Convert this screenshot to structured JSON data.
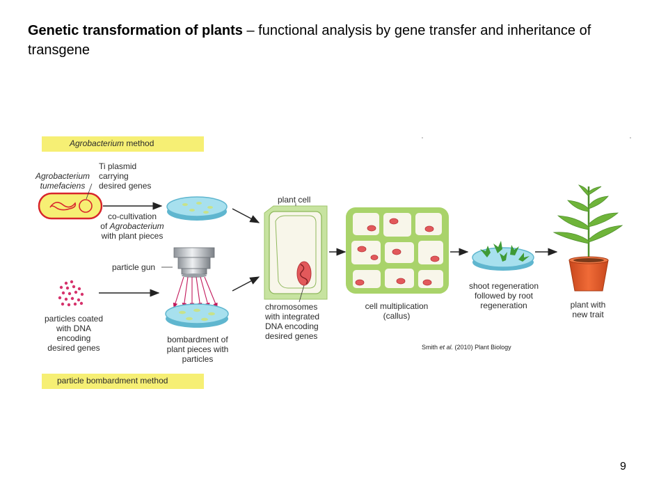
{
  "slide": {
    "title_bold": "Genetic transformation of plants",
    "title_rest": " – functional analysis by gene transfer and inheritance of transgene",
    "page_number": "9",
    "citation_author": "Smith",
    "citation_etal": "et al.",
    "citation_rest": " (2010) Plant Biology"
  },
  "diagram": {
    "agro_method_italic": "Agrobacterium",
    "agro_method_rest": " method",
    "bombardment_method": "particle bombardment method",
    "agro_name_1": "Agrobacterium",
    "agro_name_2": "tumefaciens",
    "ti_plasmid_1": "Ti plasmid",
    "ti_plasmid_2": "carrying",
    "ti_plasmid_3": "desired genes",
    "cocult_1": "co-cultivation",
    "cocult_2a": "of ",
    "cocult_2b": "Agrobacterium",
    "cocult_3": "with plant pieces",
    "particle_gun": "particle gun",
    "particles_1": "particles coated",
    "particles_2": "with DNA",
    "particles_3": "encoding",
    "particles_4": "desired genes",
    "bombard_1": "bombardment of",
    "bombard_2": "plant pieces with",
    "bombard_3": "particles",
    "plant_cell": "plant cell",
    "chrom_1": "chromosomes",
    "chrom_2": "with integrated",
    "chrom_3": "DNA encoding",
    "chrom_4": "desired genes",
    "callus_1": "cell multiplication",
    "callus_2": "(callus)",
    "shoot_1": "shoot regeneration",
    "shoot_2": "followed by root",
    "shoot_3": "regeneration",
    "plant_1": "plant with",
    "plant_2": "new trait"
  },
  "colors": {
    "band": "#f6ef74",
    "cell_wall": "#a9d36a",
    "cell_interior": "#f8f6ea",
    "nucleus": "#e2595b",
    "dish": "#7fcfe4",
    "pot": "#e8602f",
    "leaf": "#6fb43a",
    "particle": "#d6336c"
  }
}
